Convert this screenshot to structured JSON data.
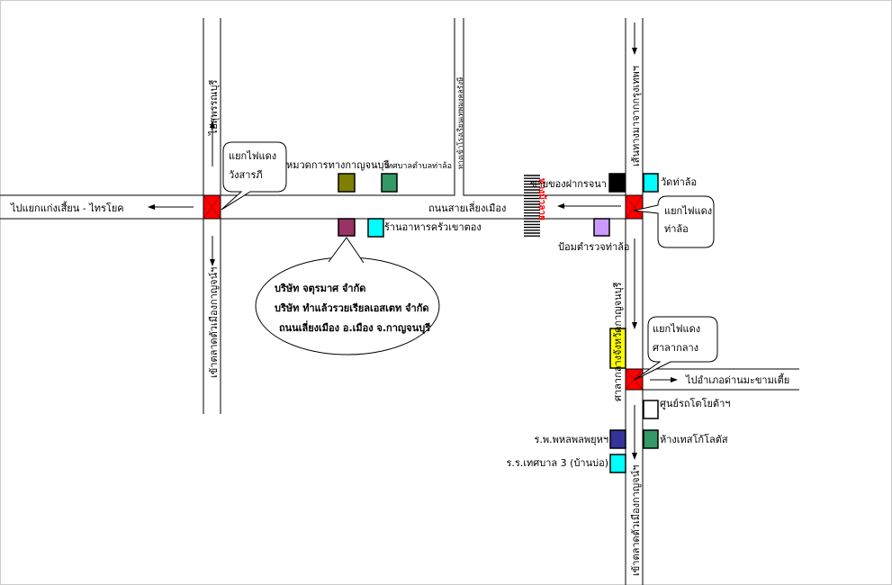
{
  "map": {
    "roads": {
      "main_road": "ถนนสายเลี่ยงเมือง",
      "to_kaeng_sian": "ไปแยกแก่งเสี้ยน - ไทรโยค",
      "to_suphanburi": "ไปสุพรรณบุรี",
      "to_town_left": "เข้าตลาดตัวเมืองกาญจน์ฯ",
      "school_road": "ทางเข้าโรงเรียนเทพมงคลรังษี",
      "from_bangkok": "เส้นทางมาจากกรุงเทพฯ",
      "to_dan_makham_tia": "ไปอำเภอด่านมะขามเตี้ย",
      "to_town_right": "เข้าตลาดตัวเมืองกาญจน์ฯ",
      "city_hall": "ศาลากลางจังหวัดกาญจนบุรี",
      "crosswalk": "ทางม้าลาย"
    },
    "intersections": {
      "wang_sarapi": [
        "แยกไฟแดง",
        "วังสารภี"
      ],
      "tha_lo": [
        "แยกไฟแดง",
        "ท่าล้อ"
      ],
      "sala_klang": [
        "แยกไฟแดง",
        "ศาลากลาง"
      ]
    },
    "landmarks": [
      {
        "label": "หมวดการทางกาญจนบุรี",
        "color": "#808000"
      },
      {
        "label": "เทศบาลตำบลท่าล้อ",
        "color": "#339966"
      },
      {
        "label": "",
        "color": "#993366"
      },
      {
        "label": "ร้านอาหารครัวเขาตอง",
        "color": "#00ffff"
      },
      {
        "label": "ขายของฝากรจนา",
        "color": "#000000"
      },
      {
        "label": "วัดท่าล้อ",
        "color": "#00ffff"
      },
      {
        "label": "ป้อมตำรวจท่าล้อ",
        "color": "#cc99ff"
      },
      {
        "label": "",
        "color": "#ffff00"
      },
      {
        "label": "ศูนย์รถโตโยต้าฯ",
        "color": "#ffffff"
      },
      {
        "label": "ร.พ.พหลพลพยุหฯ",
        "color": "#333399"
      },
      {
        "label": "ห้างเทสโก้โลตัส",
        "color": "#339966"
      },
      {
        "label": "ร.ร.เทศบาล 3 (บ้านบ่อ)",
        "color": "#00ffff"
      }
    ],
    "company_callout": [
      "บริษัท จตุรมาศ จำกัด",
      "บริษัท ทำแล้วรวยเรียลเอสเตท จำกัด",
      "ถนนเลี่ยงเมือง อ.เมือง จ.กาญจนบุรี"
    ],
    "colors": {
      "signal": "#ff0000",
      "crosswalk_text": "#ff0000"
    }
  }
}
